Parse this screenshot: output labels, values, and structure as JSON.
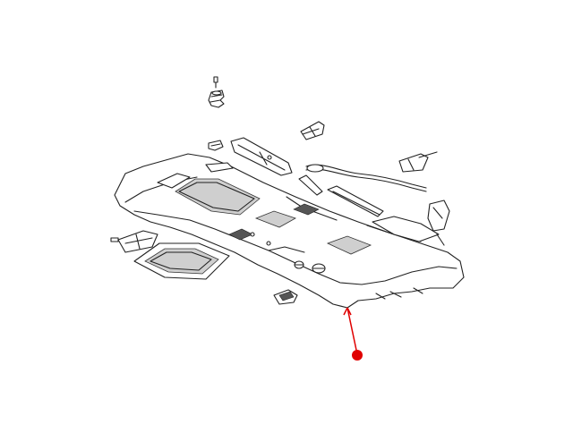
{
  "diagram": {
    "callout_color": "#e00000",
    "line_color": "#222222",
    "parts": [
      "headliner-panel",
      "sunroof-opening-front",
      "sunroof-frame-rear",
      "screw",
      "push-clip",
      "retainer-clip",
      "grab-handle-bracket",
      "wire-harness",
      "side-trim-rail",
      "mounting-bracket-right",
      "dome-lamp"
    ]
  }
}
